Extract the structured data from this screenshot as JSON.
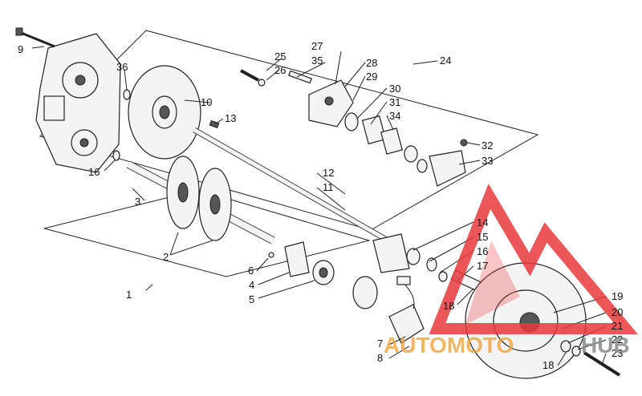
{
  "callouts": [
    "1",
    "2",
    "3",
    "4",
    "5",
    "6",
    "7",
    "8",
    "9",
    "10",
    "11",
    "12",
    "13",
    "14",
    "15",
    "16",
    "16",
    "17",
    "18",
    "18",
    "19",
    "20",
    "21",
    "22",
    "23",
    "24",
    "25",
    "26",
    "27",
    "28",
    "29",
    "30",
    "31",
    "32",
    "33",
    "34",
    "35",
    "36"
  ],
  "watermark": {
    "text_left": "AUTOMOTO",
    "text_right": "HUB",
    "color_red": "#e8393d",
    "color_orange": "#f2a33a",
    "color_gray": "#8a8a8a"
  }
}
